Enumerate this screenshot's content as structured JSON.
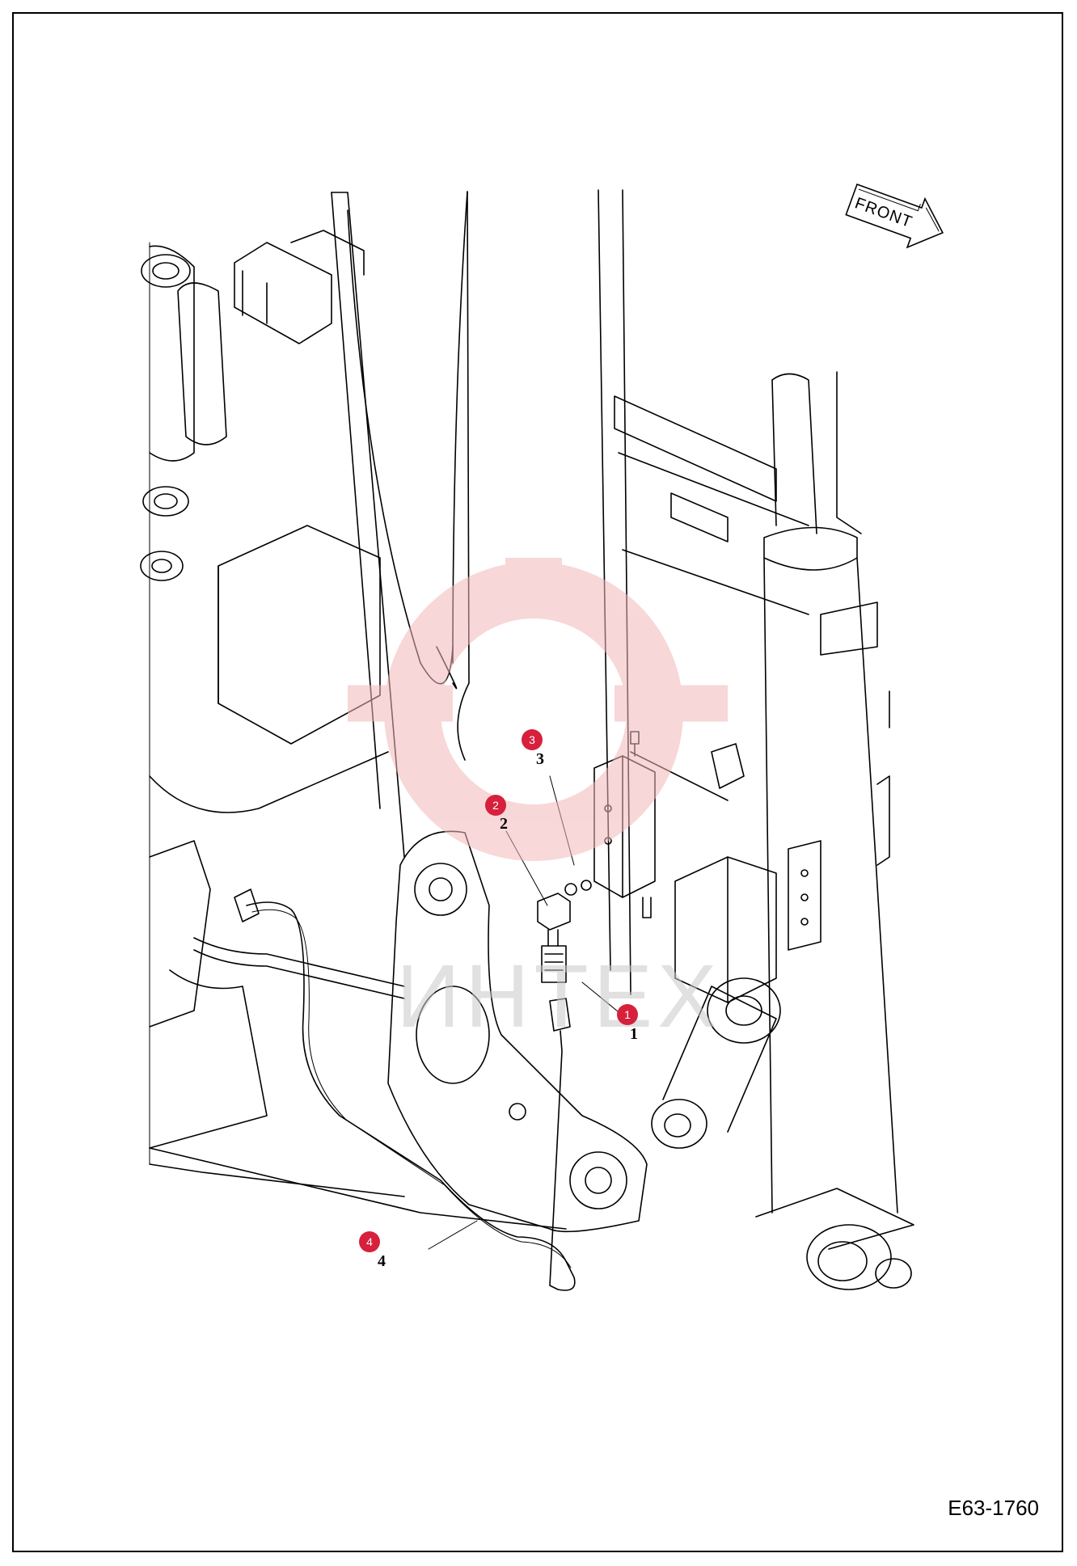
{
  "front_label": "FRONT",
  "watermark_text": "ИНТЕХ",
  "doc_code": "E63-1760",
  "callouts": [
    {
      "id": "1",
      "part": "1"
    },
    {
      "id": "2",
      "part": "2"
    },
    {
      "id": "3",
      "part": "3"
    },
    {
      "id": "4",
      "part": "4"
    }
  ],
  "colors": {
    "callout": "#d6203c",
    "line": "#000000",
    "watermark": "#f2b8b8"
  }
}
